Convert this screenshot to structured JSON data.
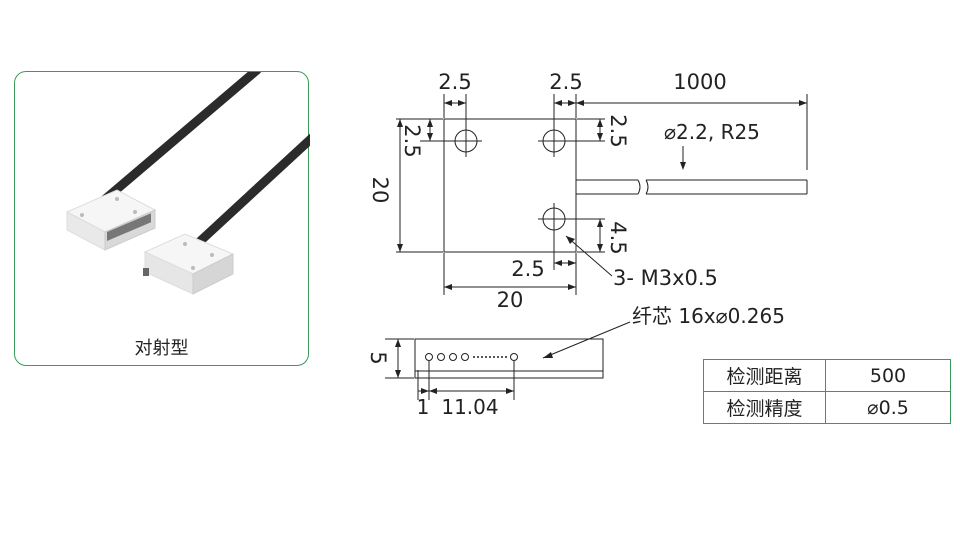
{
  "product_card": {
    "caption": "对射型"
  },
  "drawing": {
    "top_view": {
      "dim_left_offset": "2.5",
      "dim_middle_offset": "2.5",
      "dim_cable_length": "1000",
      "dim_left_vertical": "2.5",
      "dim_right_vertical": "2.5",
      "cable_spec": "⌀2.2, R25",
      "dim_height": "20",
      "dim_lower_vertical": "4.5",
      "dim_lower_horizontal": "2.5",
      "dim_width": "20",
      "hole_callout": "3- M3x0.5"
    },
    "side_view": {
      "fiber_callout": "纤芯 16x⌀0.265",
      "dim_thickness": "5",
      "dim_first": "1",
      "dim_span": "11.04"
    }
  },
  "spec_table": {
    "rows": [
      {
        "label": "检测距离",
        "value": "500"
      },
      {
        "label": "检测精度",
        "value": "⌀0.5"
      }
    ]
  },
  "colors": {
    "accent_green": "#3a9a5a",
    "line": "#222222",
    "cable": "#2b2b2b"
  }
}
